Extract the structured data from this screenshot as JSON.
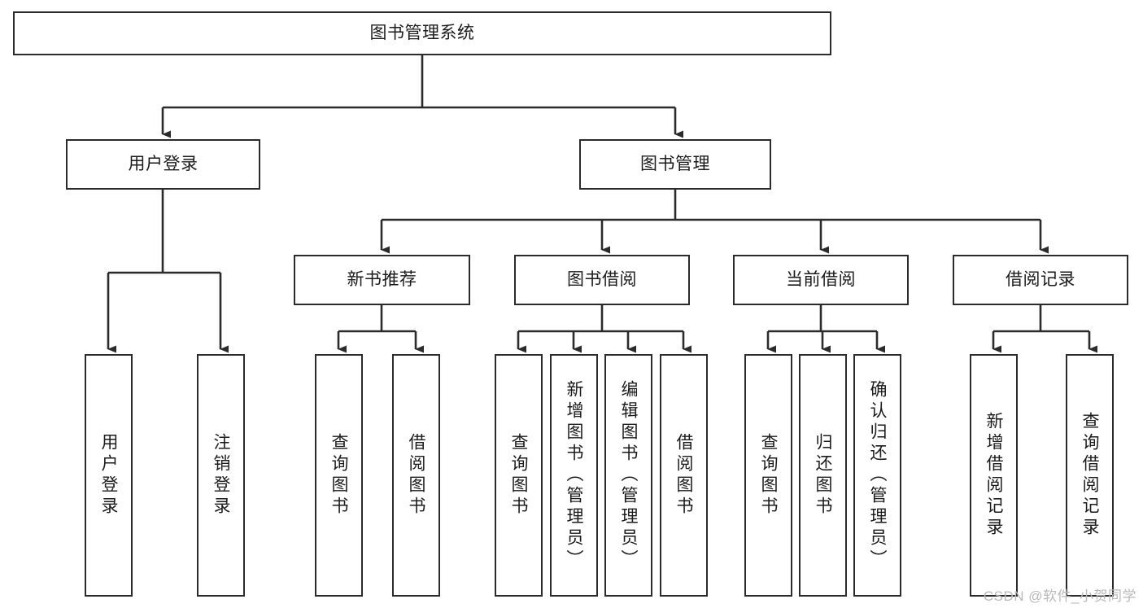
{
  "diagram": {
    "title": "图书管理系统",
    "type": "hierarchy-tree",
    "watermark": "CSDN @软件_小贺同学",
    "colors": {
      "box_border": "#2b2b2b",
      "box_fill": "#ffffff",
      "connector": "#2b2b2b",
      "text": "#1b1b1b",
      "watermark": "#b9b9b9"
    },
    "nodes": {
      "root": {
        "label": "图书管理系统"
      },
      "level2": [
        {
          "id": "user-login",
          "label": "用户登录"
        },
        {
          "id": "book-management",
          "label": "图书管理"
        }
      ],
      "level3": [
        {
          "id": "new-book-recommend",
          "label": "新书推荐"
        },
        {
          "id": "book-borrow",
          "label": "图书借阅"
        },
        {
          "id": "current-borrow",
          "label": "当前借阅"
        },
        {
          "id": "borrow-record",
          "label": "借阅记录"
        }
      ],
      "leaves": {
        "user-login": [
          {
            "id": "leaf-user-login",
            "label": "用户登录"
          },
          {
            "id": "leaf-logout-login",
            "label": "注销登录"
          }
        ],
        "new-book-recommend": [
          {
            "id": "leaf-query-book-1",
            "label": "查询图书"
          },
          {
            "id": "leaf-borrow-book-1",
            "label": "借阅图书"
          }
        ],
        "book-borrow": [
          {
            "id": "leaf-query-book-2",
            "label": "查询图书"
          },
          {
            "id": "leaf-add-book-admin",
            "label": "新增图书（管理员）"
          },
          {
            "id": "leaf-edit-book-admin",
            "label": "编辑图书（管理员）"
          },
          {
            "id": "leaf-borrow-book-2",
            "label": "借阅图书"
          }
        ],
        "current-borrow": [
          {
            "id": "leaf-query-book-3",
            "label": "查询图书"
          },
          {
            "id": "leaf-return-book",
            "label": "归还图书"
          },
          {
            "id": "leaf-confirm-return-admin",
            "label": "确认归还（管理员）"
          }
        ],
        "borrow-record": [
          {
            "id": "leaf-add-borrow-record",
            "label": "新增借阅记录"
          },
          {
            "id": "leaf-query-borrow-record",
            "label": "查询借阅记录"
          }
        ]
      }
    }
  }
}
